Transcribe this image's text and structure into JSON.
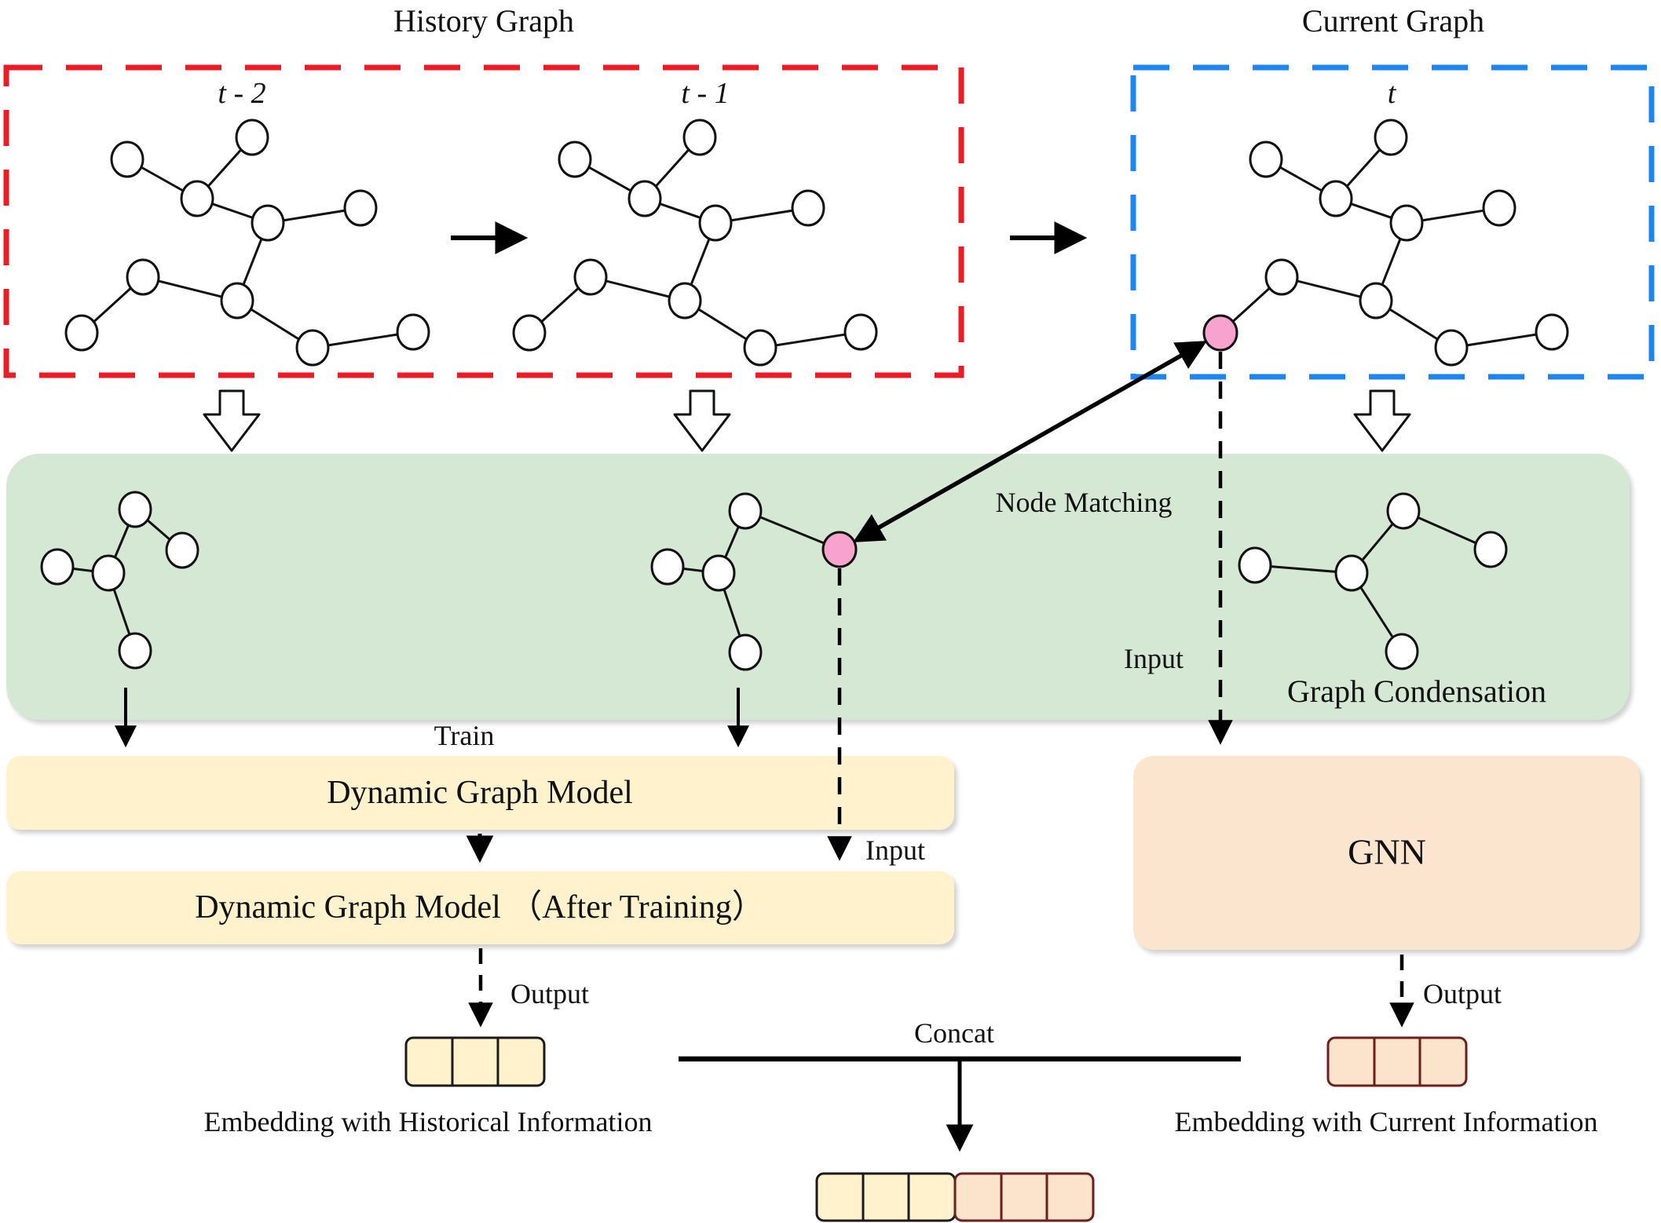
{
  "history_graph": {
    "title": "History Graph",
    "t2_label": "t - 2",
    "t1_label": "t - 1"
  },
  "current_graph": {
    "title": "Current Graph",
    "t_label": "t"
  },
  "condensation": {
    "label": "Graph Condensation",
    "node_matching_label": "Node Matching"
  },
  "models": {
    "train_label": "Train",
    "dgm_label": "Dynamic Graph Model",
    "dgm_trained_label": "Dynamic Graph Model （After Training）",
    "gnn_label": "GNN",
    "gnn_input_label": "Input",
    "dgm_input_label": "Input"
  },
  "outputs": {
    "output_left_label": "Output",
    "output_right_label": "Output",
    "concat_label": "Concat",
    "embedding_history_label": "Embedding with Historical Information",
    "embedding_current_label": "Embedding with Current Information"
  },
  "colors": {
    "history_box_border": "#ED1C24",
    "current_box_border": "#1E86F0",
    "condensation_bg": "#D5E8D4",
    "model_box_bg": "#FFF2CC",
    "gnn_box_bg": "#FBE5CE",
    "matched_node": "#F8A3CD",
    "embedding_history_fill": "#FFF2CC",
    "embedding_current_fill": "#FBE3CC"
  }
}
